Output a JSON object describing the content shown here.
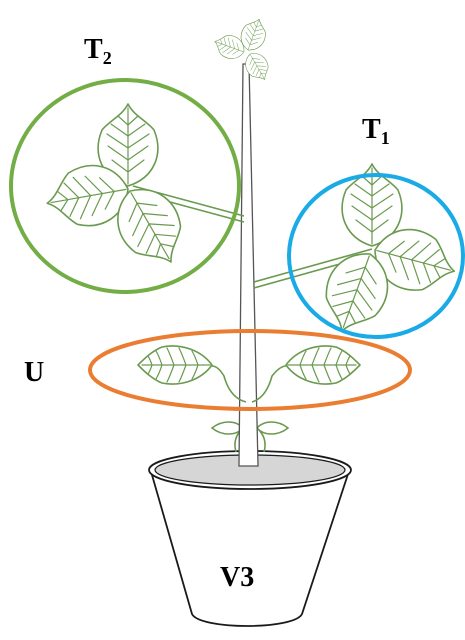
{
  "labels": {
    "trifoliate_2": {
      "base": "T",
      "sub": "2"
    },
    "trifoliate_1": {
      "base": "T",
      "sub": "1"
    },
    "unifoliate": "U",
    "stage": "V3"
  },
  "colors": {
    "t2_ring": "#72ad45",
    "t1_ring": "#1aabe6",
    "u_ring": "#ea7d31",
    "leaf_stroke": "#6a9a4f",
    "soil": "#d6d6d6",
    "pot_stroke": "#1a1a1a"
  }
}
